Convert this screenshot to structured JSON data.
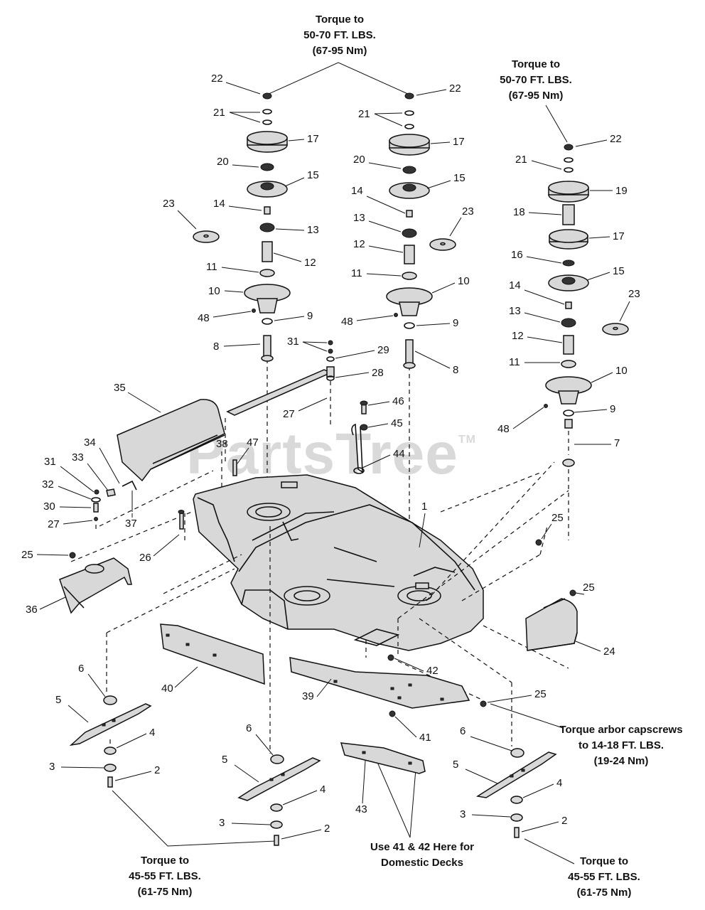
{
  "notes": {
    "top_center": [
      "Torque to",
      "50-70 FT. LBS.",
      "(67-95 Nm)"
    ],
    "top_right": [
      "Torque to",
      "50-70 FT. LBS.",
      "(67-95 Nm)"
    ],
    "arbor": [
      "Torque arbor capscrews",
      "to 14-18 FT. LBS.",
      "(19-24 Nm)"
    ],
    "bottom_left": [
      "Torque to",
      "45-55 FT. LBS.",
      "(61-75 Nm)"
    ],
    "bottom_right": [
      "Torque to",
      "45-55 FT. LBS.",
      "(61-75 Nm)"
    ],
    "domestic": [
      "Use 41 & 42 Here for",
      "Domestic Decks"
    ]
  },
  "watermark": "PartsTree",
  "watermark_tm": "TM",
  "callouts": {
    "c22a": "22",
    "c21a": "21",
    "c17a": "17",
    "c20a": "20",
    "c15a": "15",
    "c14a": "14",
    "c13a": "13",
    "c23a": "23",
    "c11a": "11",
    "c12a": "12",
    "c10a": "10",
    "c48a": "48",
    "c9a": "9",
    "c8a": "8",
    "c22b": "22",
    "c21b": "21",
    "c17b": "17",
    "c20b": "20",
    "c15b": "15",
    "c14b": "14",
    "c13b": "13",
    "c23b": "23",
    "c12b": "12",
    "c11b": "11",
    "c10b": "10",
    "c48b": "48",
    "c9b": "9",
    "c8b": "8",
    "c22c": "22",
    "c21c": "21",
    "c19c": "19",
    "c18c": "18",
    "c17c": "17",
    "c16c": "16",
    "c15c": "15",
    "c14c": "14",
    "c23c": "23",
    "c13c": "13",
    "c12c": "12",
    "c11c": "11",
    "c10c": "10",
    "c9c": "9",
    "c48c": "48",
    "c7c": "7",
    "c31": "31",
    "c29": "29",
    "c28": "28",
    "c27": "27",
    "c35": "35",
    "c46": "46",
    "c45": "45",
    "c44": "44",
    "c47": "47",
    "c38": "38",
    "c34": "34",
    "c33": "33",
    "c31b": "31",
    "c32": "32",
    "c30": "30",
    "c27b": "27",
    "c37": "37",
    "c26": "26",
    "c1": "1",
    "c25a": "25",
    "c25b": "25",
    "c25c": "25",
    "c25d": "25",
    "c36": "36",
    "c24": "24",
    "c40": "40",
    "c42": "42",
    "c39": "39",
    "c41": "41",
    "c43": "43",
    "c6a": "6",
    "c5a": "5",
    "c4a": "4",
    "c3a": "3",
    "c2a": "2",
    "c6b": "6",
    "c5b": "5",
    "c4b": "4",
    "c3b": "3",
    "c2b": "2",
    "c6c": "6",
    "c5c": "5",
    "c4c": "4",
    "c3c": "3",
    "c2c": "2"
  }
}
